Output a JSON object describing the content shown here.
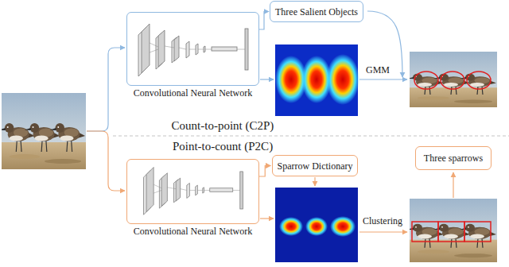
{
  "diagram": {
    "nodes": [
      {
        "text": [
          "Convolutional Neural Network"
        ]
      },
      {
        "text": [
          "Three Salient Objects"
        ]
      },
      {
        "text": [
          "Convolutional Neural Network"
        ]
      },
      {
        "text": [
          "Sparrow Dictionary"
        ]
      },
      {
        "text": [
          "Three sparrows"
        ]
      }
    ],
    "edges": [
      {
        "from": 0,
        "to": 1,
        "arrow": "to"
      },
      {
        "from": 2,
        "to": 3,
        "arrow": "to"
      }
    ],
    "labels": [
      "Count-to-point (C2P)",
      "Point-to-count (P2C)",
      "GMM",
      "Clustering"
    ]
  }
}
